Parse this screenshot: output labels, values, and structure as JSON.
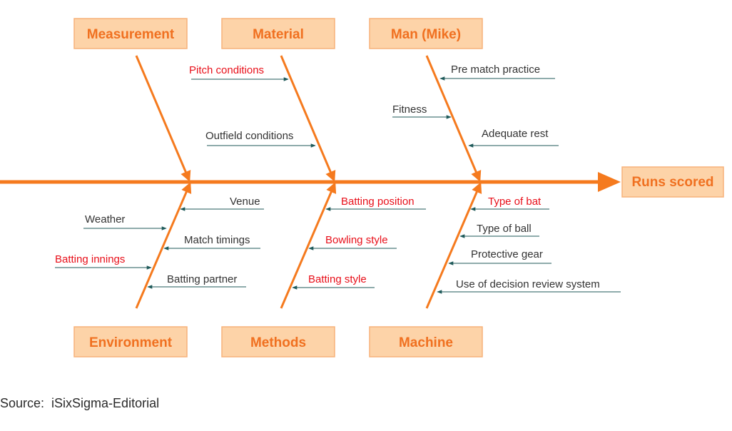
{
  "colors": {
    "spine": "#f57a1e",
    "box_fill": "#fdd3a8",
    "box_stroke": "#f7b27a",
    "category_text": "#f07020",
    "arrow": "#1f5a5a",
    "cause_default": "#333333",
    "cause_highlight": "#e8101a"
  },
  "effect": {
    "label": "Runs scored"
  },
  "categories": {
    "measurement": {
      "label": "Measurement",
      "icon": "box"
    },
    "material": {
      "label": "Material",
      "icon": "box"
    },
    "man": {
      "label": "Man (Mike)",
      "icon": "box"
    },
    "environment": {
      "label": "Environment",
      "icon": "box"
    },
    "methods": {
      "label": "Methods",
      "icon": "box"
    },
    "machine": {
      "label": "Machine",
      "icon": "box"
    }
  },
  "causes": {
    "material": [
      {
        "label": "Pitch conditions",
        "highlight": true
      },
      {
        "label": "Outfield conditions",
        "highlight": false
      }
    ],
    "man": [
      {
        "label": "Pre match practice",
        "highlight": false
      },
      {
        "label": "Fitness",
        "highlight": false
      },
      {
        "label": "Adequate rest",
        "highlight": false
      }
    ],
    "environment": [
      {
        "label": "Venue",
        "highlight": false
      },
      {
        "label": "Weather",
        "highlight": false
      },
      {
        "label": "Match timings",
        "highlight": false
      },
      {
        "label": "Batting innings",
        "highlight": true
      },
      {
        "label": "Batting partner",
        "highlight": false
      }
    ],
    "methods": [
      {
        "label": "Batting position",
        "highlight": true
      },
      {
        "label": "Bowling style",
        "highlight": true
      },
      {
        "label": "Batting style",
        "highlight": true
      }
    ],
    "machine": [
      {
        "label": "Type of bat",
        "highlight": true
      },
      {
        "label": "Type of ball",
        "highlight": false
      },
      {
        "label": "Protective gear",
        "highlight": false
      },
      {
        "label": "Use of decision review system",
        "highlight": false
      }
    ]
  },
  "source": {
    "text": "Source:  iSixSigma-Editorial"
  }
}
